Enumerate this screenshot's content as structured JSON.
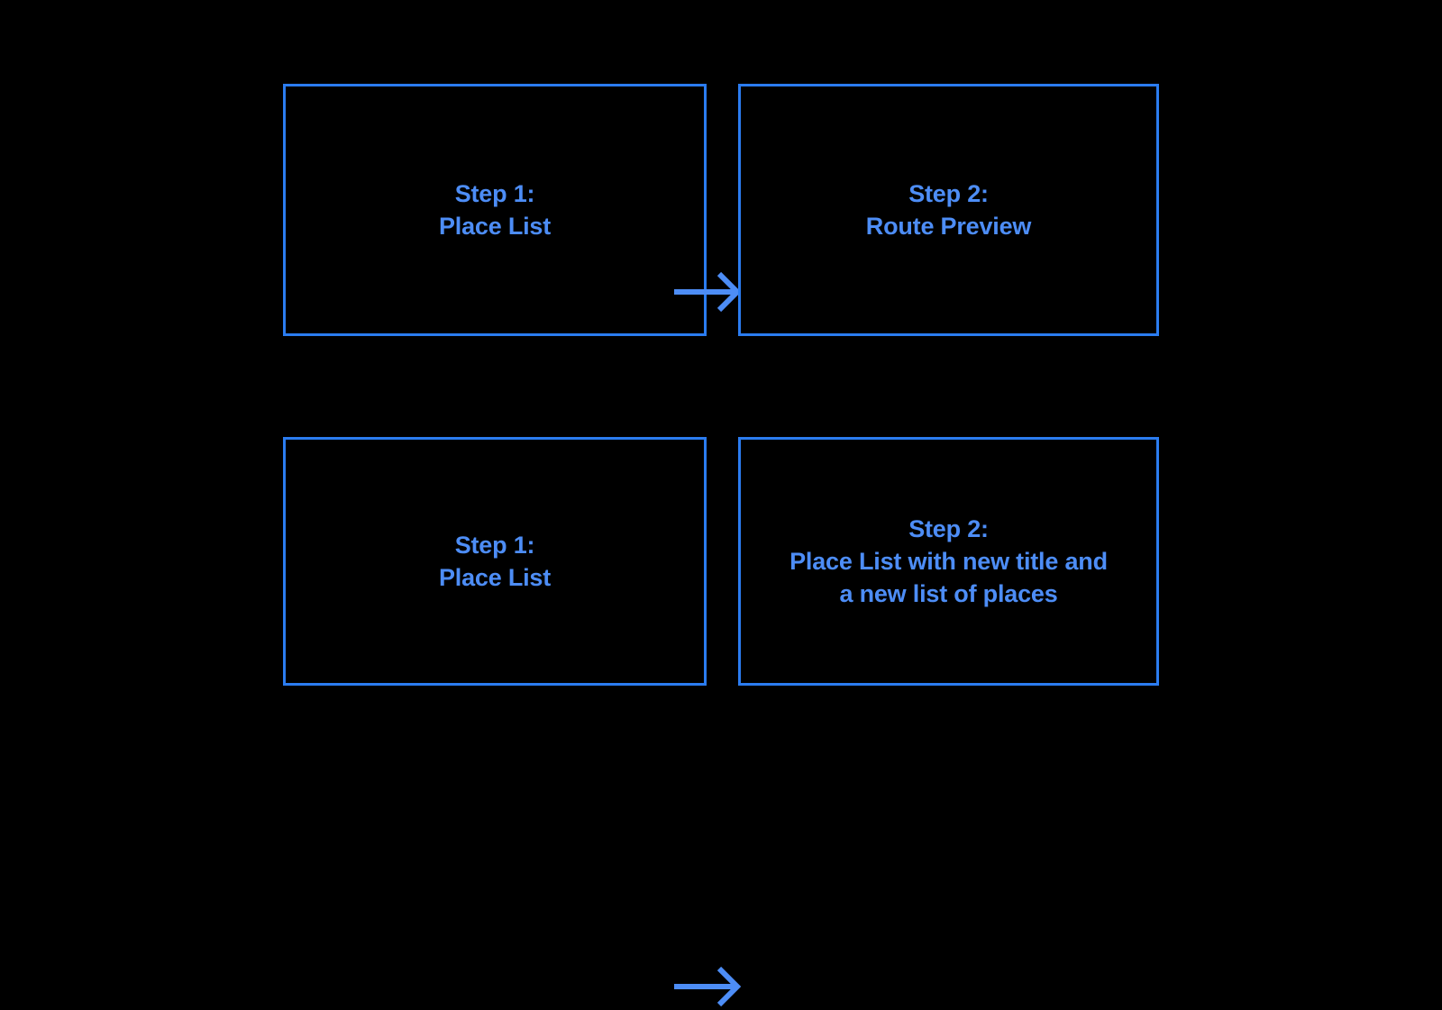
{
  "diagram": {
    "background_color": "#000000",
    "border_color": "#2b7cf0",
    "text_color": "#4d8df6",
    "arrow_color": "#4d8df6",
    "rows": [
      {
        "id": "row-1",
        "from": {
          "title": "Step 1:",
          "subtitle": "Place List",
          "text": "Step 1:\nPlace List"
        },
        "arrow": {
          "icon": "arrow-right-icon",
          "direction": "right"
        },
        "to": {
          "title": "Step 2:",
          "subtitle": "Route Preview",
          "text": "Step 2:\nRoute Preview"
        }
      },
      {
        "id": "row-2",
        "from": {
          "title": "Step 1:",
          "subtitle": "Place List",
          "text": "Step 1:\nPlace List"
        },
        "arrow": {
          "icon": "arrow-right-icon",
          "direction": "right"
        },
        "to": {
          "title": "Step 2:",
          "subtitle": "Place List with new title and a new list of places",
          "text": "Step 2:\nPlace List with new title and\na new list of places"
        }
      }
    ]
  }
}
